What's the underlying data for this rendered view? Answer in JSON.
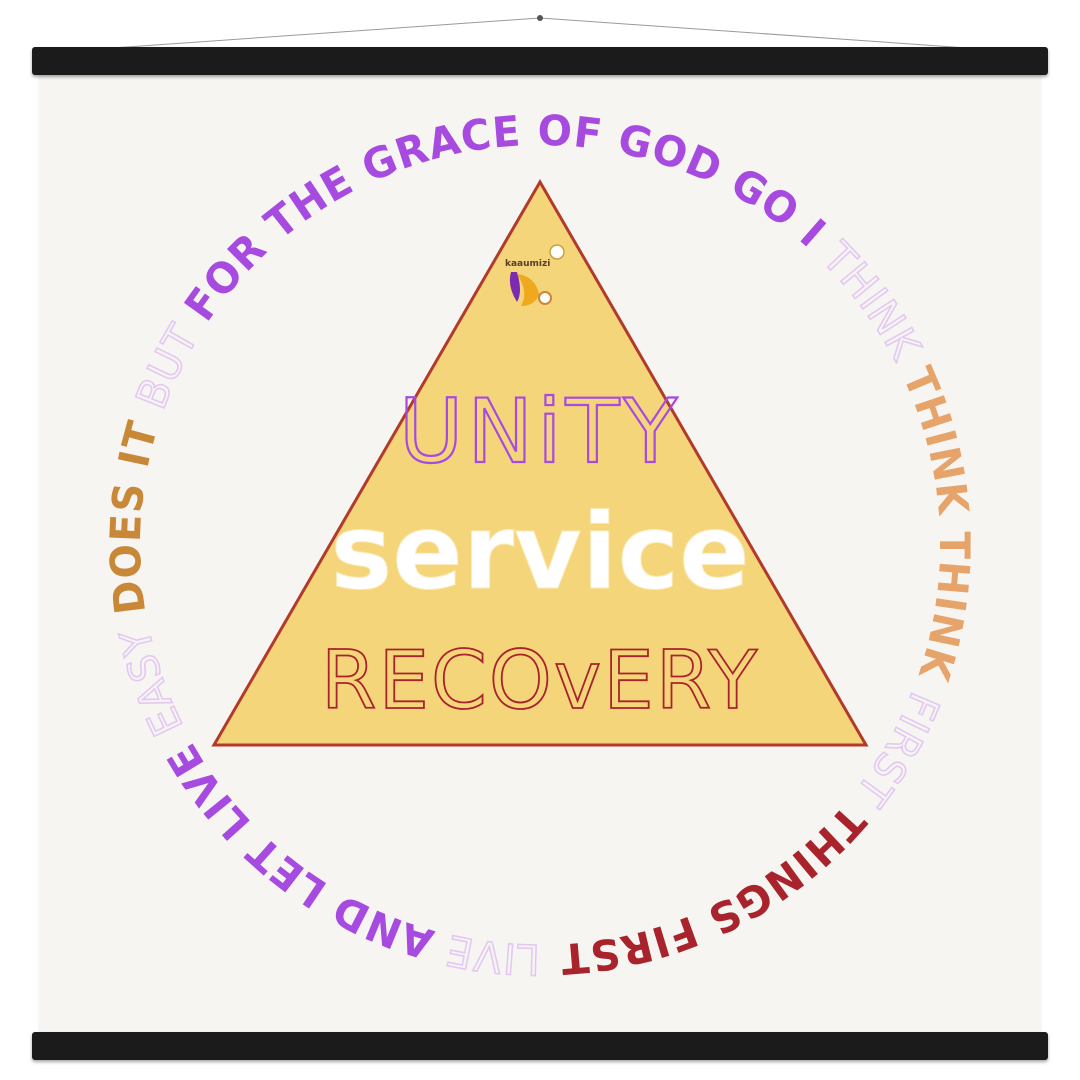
{
  "ring_phrases": [
    {
      "text": "LIVE",
      "color": "#e3c8f2",
      "style": "outline"
    },
    {
      "text": "AND LET LIVE",
      "color": "#a64ae0",
      "style": "bold"
    },
    {
      "text": "EASY",
      "color": "#e3c8f2",
      "style": "outline"
    },
    {
      "text": "DOES IT",
      "color": "#c98838",
      "style": "bold"
    },
    {
      "text": "BUT",
      "color": "#e3c8f2",
      "style": "outline"
    },
    {
      "text": "FOR THE GRACE OF GOD GO I",
      "color": "#a64ae0",
      "style": "bold"
    },
    {
      "text": "THINK",
      "color": "#e3c8f2",
      "style": "outline"
    },
    {
      "text": "THINK THINK",
      "color": "#e7a46a",
      "style": "bold"
    },
    {
      "text": "FIRST",
      "color": "#e3c8f2",
      "style": "outline"
    },
    {
      "text": "THINGS FIRST",
      "color": "#a8232b",
      "style": "bold"
    }
  ],
  "triangle": {
    "fill": "#f5d57a",
    "stroke": "#b23a2b",
    "line1": "UNiTY",
    "line1_color": "#a64ae0",
    "line2": "service",
    "line2_color": "#ffffff",
    "line3": "RECOvERY",
    "line3_color": "#a8232b"
  },
  "logo": {
    "brand": "kaaumizi"
  }
}
